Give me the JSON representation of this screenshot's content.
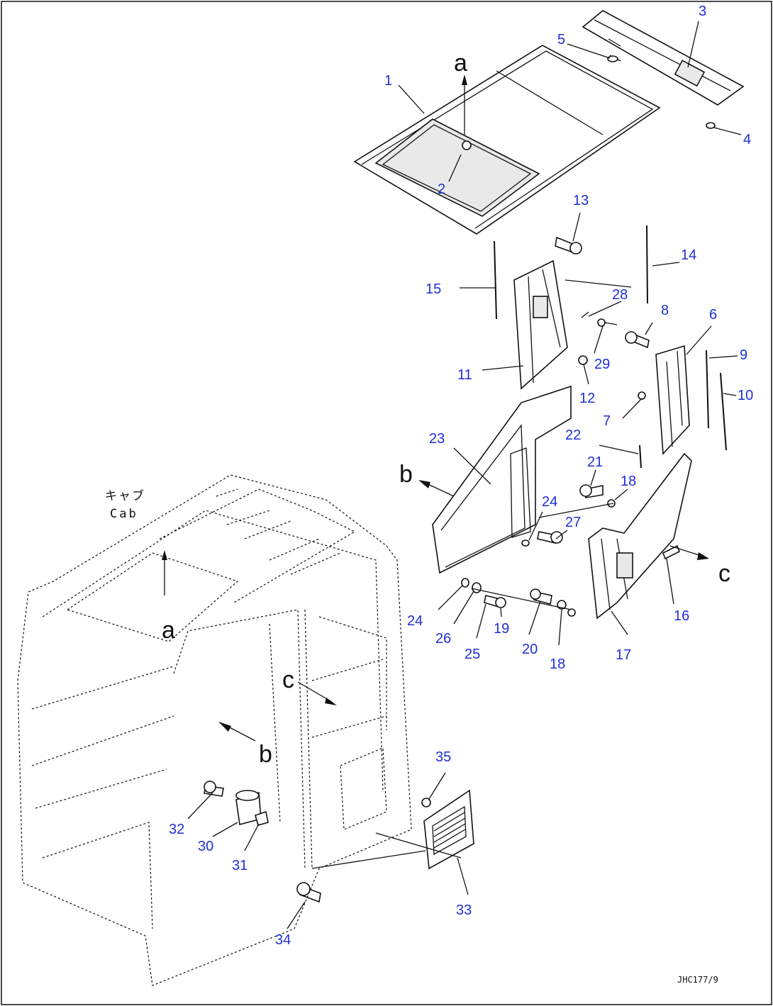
{
  "diagram": {
    "labels": {
      "a_top": "a",
      "a_cab": "a",
      "b_left": "b",
      "b_cab": "b",
      "c_right": "c",
      "c_cab": "c",
      "cab_jp": "キャブ",
      "cab_en": "Cab",
      "code": "JHC177/9"
    },
    "callouts": {
      "n1": "1",
      "n2": "2",
      "n3": "3",
      "n4": "4",
      "n5": "5",
      "n6": "6",
      "n7": "7",
      "n8": "8",
      "n9": "9",
      "n10": "10",
      "n11": "11",
      "n12": "12",
      "n13": "13",
      "n14": "14",
      "n15": "15",
      "n16": "16",
      "n17": "17",
      "n18a": "18",
      "n18b": "18",
      "n19": "19",
      "n20": "20",
      "n21": "21",
      "n22": "22",
      "n23": "23",
      "n24a": "24",
      "n24b": "24",
      "n25": "25",
      "n26": "26",
      "n27": "27",
      "n28": "28",
      "n29": "29",
      "n30": "30",
      "n31": "31",
      "n32": "32",
      "n33": "33",
      "n34": "34",
      "n35": "35"
    },
    "colors": {
      "callout": "#1f2fd6",
      "line": "#111111"
    }
  }
}
